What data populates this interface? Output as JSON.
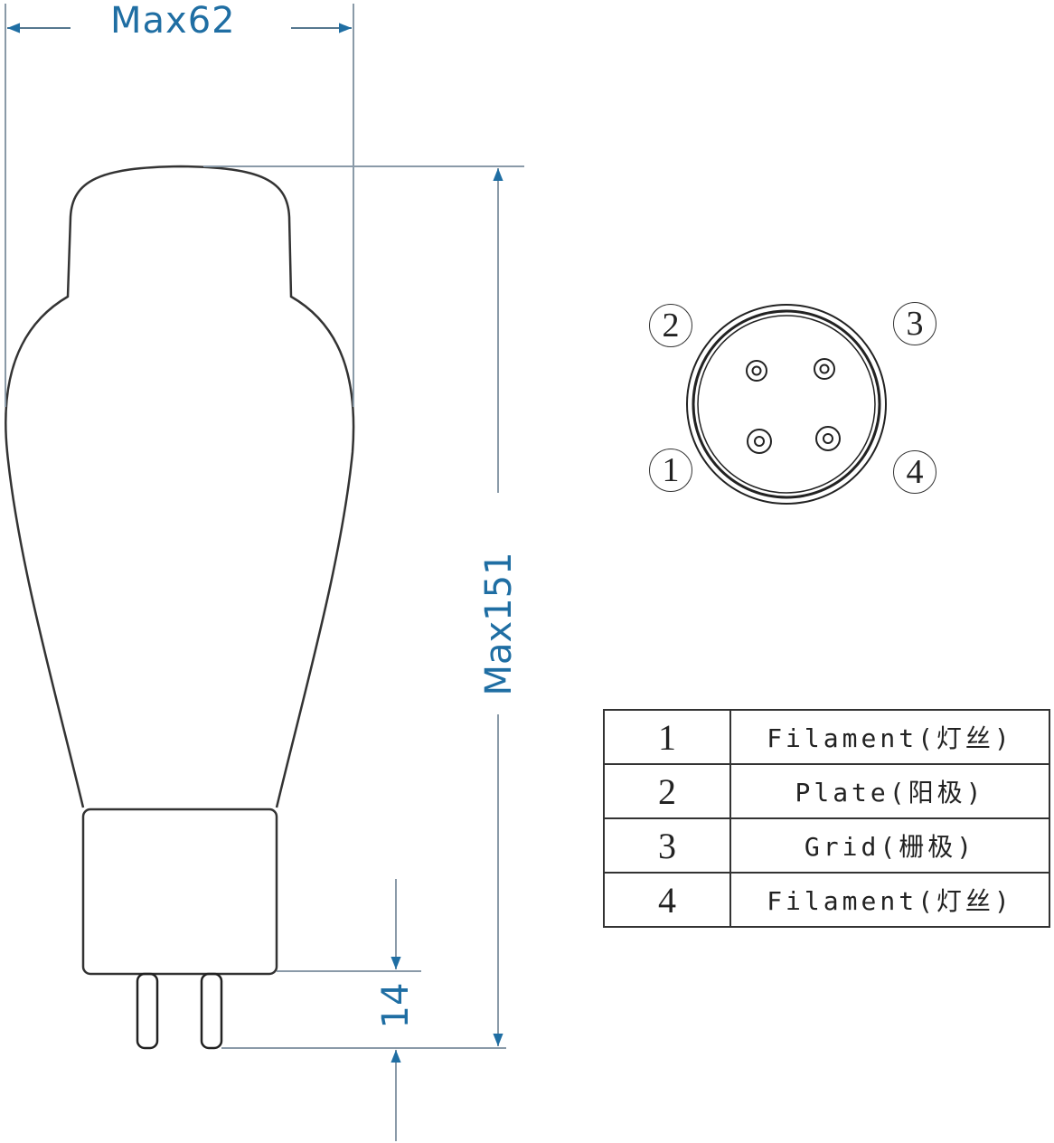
{
  "diagram": {
    "subject": "Vacuum tube outline drawing with pin-out",
    "dimensions": {
      "max_width": "Max62",
      "max_height": "Max151",
      "pin_length": "14"
    },
    "base_view": {
      "pin_labels": [
        "1",
        "2",
        "3",
        "4"
      ]
    },
    "pin_table": {
      "rows": [
        {
          "pin": "1",
          "function": "Filament(灯丝)"
        },
        {
          "pin": "2",
          "function": "Plate(阳极)"
        },
        {
          "pin": "3",
          "function": "Grid(栅极)"
        },
        {
          "pin": "4",
          "function": "Filament(灯丝)"
        }
      ]
    },
    "colors": {
      "dimension": "#1f6ea3",
      "extension_line": "#8a9aa8",
      "outline": "#333333"
    }
  }
}
